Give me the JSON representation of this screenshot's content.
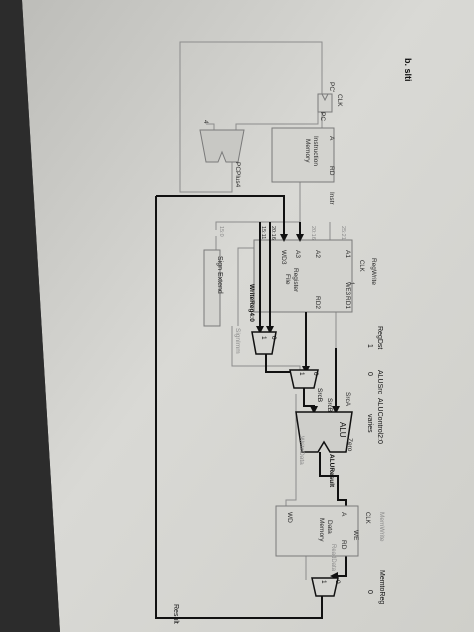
{
  "header": {
    "title": "b. slti"
  },
  "pc": {
    "clk": "CLK",
    "pc_prime": "PC'",
    "pc": "PC"
  },
  "adder4": {
    "const": "4"
  },
  "wires": {
    "pcplus4": "PCPlus4",
    "instr": "Instr",
    "result": "Result"
  },
  "imem": {
    "addr": "A",
    "rd": "RD",
    "name_line1": "Instruction",
    "name_line2": "Memory"
  },
  "instr_fields": [
    "25:21",
    "20:16",
    "20:16",
    "15:11",
    "15:0"
  ],
  "regfile": {
    "clk": "CLK",
    "we3": "WE3",
    "a1": "A1",
    "a2": "A2",
    "a3": "A3",
    "wd3": "WD3",
    "rd1": "RD1",
    "rd2": "RD2",
    "name_line1": "Register",
    "name_line2": "File",
    "one": "1"
  },
  "signext": {
    "label": "Sign Extend",
    "output": "SignImm"
  },
  "mux_regdst": {
    "in0": "0",
    "in1": "1",
    "output": "WriteReg4:0"
  },
  "mux_alusrc": {
    "in0": "0",
    "in1": "1",
    "output": "SrcB"
  },
  "mux_memtoreg": {
    "in0": "0",
    "in1": "1"
  },
  "control": {
    "regwrite": "RegWrite",
    "regdst": "RegDst",
    "regdst_val": "1",
    "alusrc": "ALUSrc",
    "alusrc_val": "0",
    "alucontrol": "ALUControl2:0",
    "alucontrol_val": "varies",
    "memwrite": "MemWrite",
    "memtoreg": "MemtoReg",
    "memtoreg_val": "0"
  },
  "alu": {
    "label": "ALU",
    "srca": "SrcA",
    "srcb": "SrcB",
    "zero": "Zero",
    "result": "ALUResult"
  },
  "dmem": {
    "clk": "CLK",
    "we": "WE",
    "a": "A",
    "rd": "RD",
    "wd": "WD",
    "name_line1": "Data",
    "name_line2": "Memory",
    "readdata": "ReadData",
    "writedata": "WriteData"
  }
}
